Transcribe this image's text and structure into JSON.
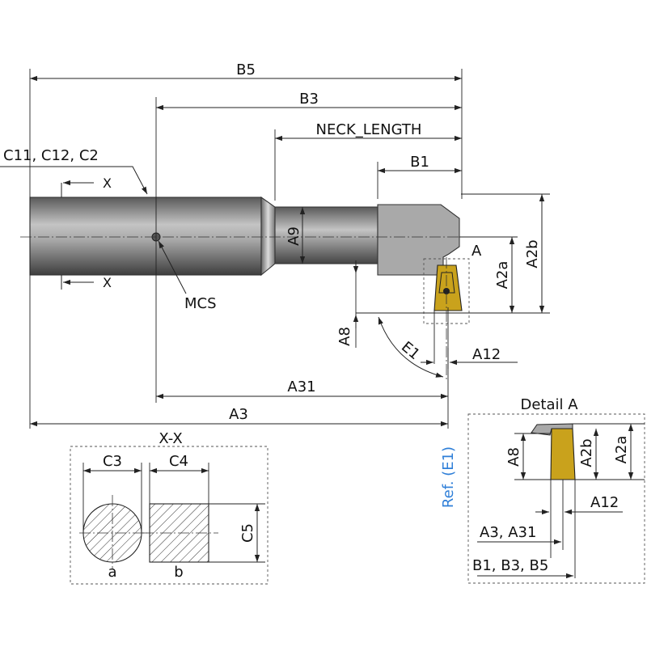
{
  "labels": {
    "b5": "B5",
    "b3": "B3",
    "neck_length": "NECK_LENGTH",
    "b1": "B1",
    "c11_c12_c2": "C11, C12, C2",
    "x_top": "X",
    "x_bottom": "X",
    "a9": "A9",
    "a": "A",
    "a2a": "A2a",
    "a2b": "A2b",
    "mcs": "MCS",
    "a8": "A8",
    "e1": "E1",
    "a12": "A12",
    "a31": "A31",
    "a3": "A3",
    "ref_e1": "Ref. (E1)"
  },
  "section_view": {
    "title": "X-X",
    "c3": "C3",
    "c4": "C4",
    "c5": "C5",
    "a": "a",
    "b": "b"
  },
  "detail_view": {
    "title": "Detail A",
    "a8": "A8",
    "a2b": "A2b",
    "a2a": "A2a",
    "a12": "A12",
    "a3_a31": "A3, A31",
    "b1_b3_b5": "B1, B3, B5"
  },
  "colors": {
    "shank_dark": "#4a4a4a",
    "shank_light": "#b0b0b0",
    "insert_gold": "#c9a21c",
    "ref_label": "#2f7fd8",
    "line": "#222222"
  }
}
